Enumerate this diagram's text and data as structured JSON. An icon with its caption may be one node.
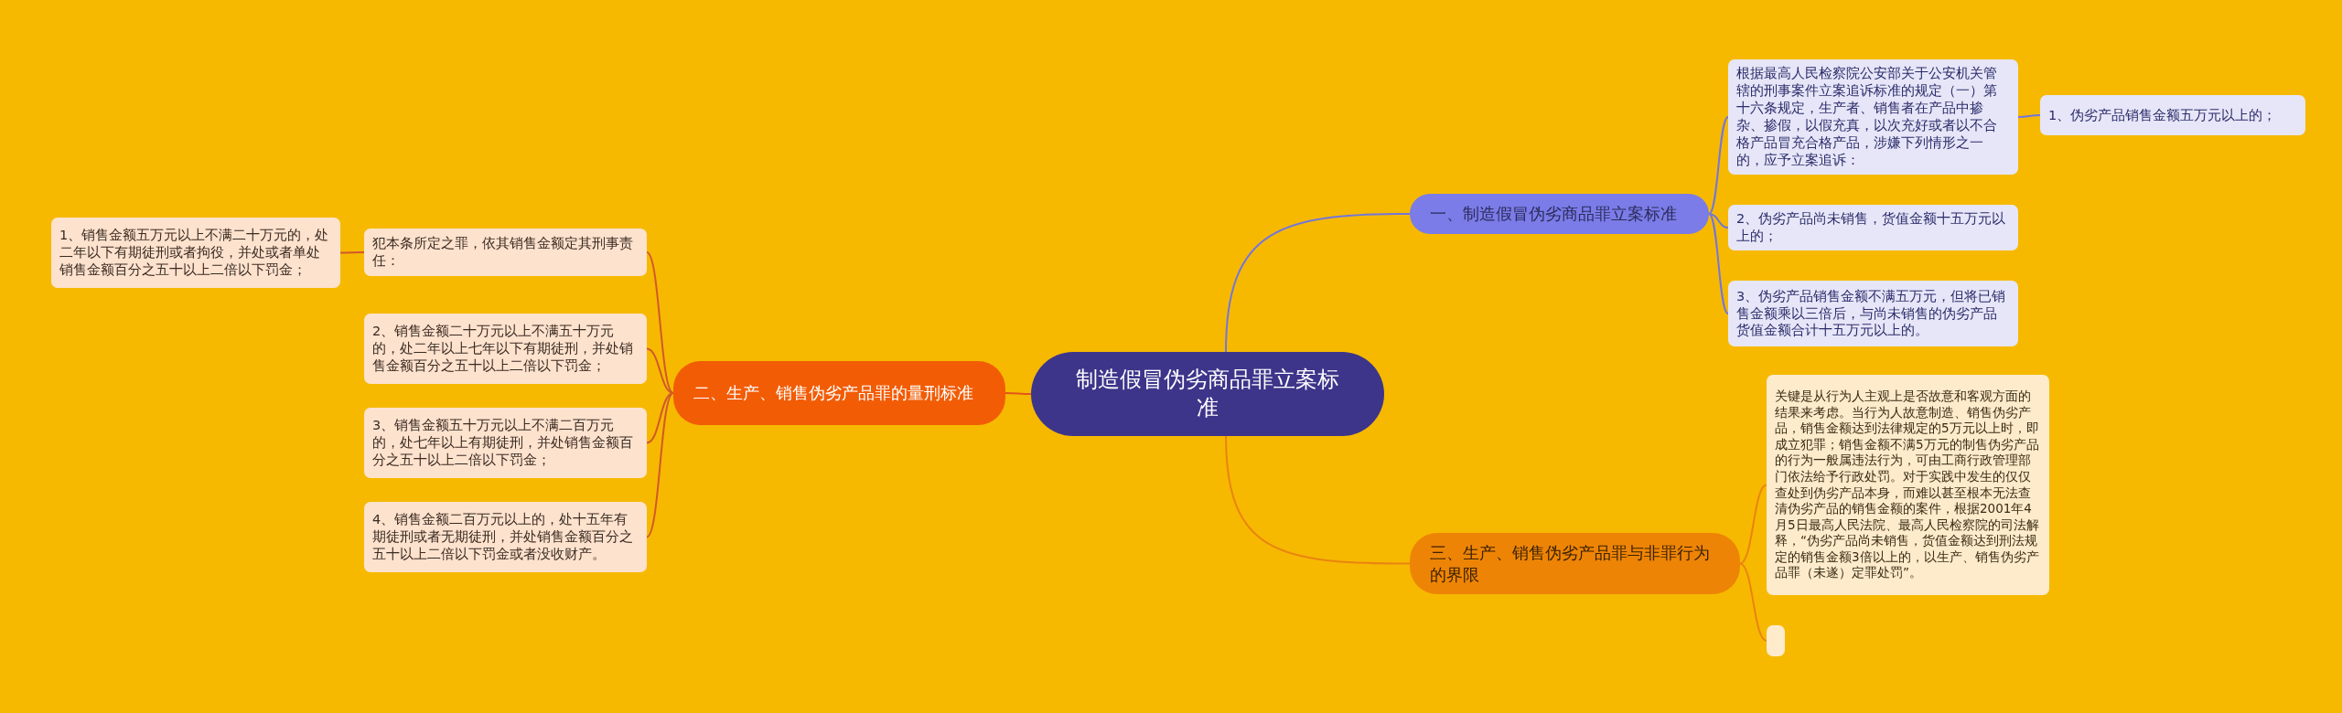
{
  "diagram": {
    "nodes": [
      {
        "text": [
          "制造假冒伪劣商品罪立案标准"
        ]
      },
      {
        "text": [
          "一、制造假冒伪劣商品罪立案标准"
        ]
      },
      {
        "text": [
          "根据最高人民检察院公安部关于公安机关管辖的刑事案件立案追诉标准的规定（一）第十六条规定，生产者、销售者在产品中掺杂、掺假，以假充真，以次充好或者以不合格产品冒充合格产品，涉嫌下列情形之一的，应予立案追诉："
        ]
      },
      {
        "text": [
          "1、伪劣产品销售金额五万元以上的；"
        ]
      },
      {
        "text": [
          "2、伪劣产品尚未销售，货值金额十五万元以上的；"
        ]
      },
      {
        "text": [
          "3、伪劣产品销售金额不满五万元，但将已销售金额乘以三倍后，与尚未销售的伪劣产品货值金额合计十五万元以上的。"
        ]
      },
      {
        "text": [
          "二、生产、销售伪劣产品罪的量刑标准"
        ]
      },
      {
        "text": [
          "犯本条所定之罪，依其销售金额定其刑事责任："
        ]
      },
      {
        "text": [
          "1、销售金额五万元以上不满二十万元的，处二年以下有期徒刑或者拘役，并处或者单处销售金额百分之五十以上二倍以下罚金；"
        ]
      },
      {
        "text": [
          "2、销售金额二十万元以上不满五十万元的，处二年以上七年以下有期徒刑，并处销售金额百分之五十以上二倍以下罚金；"
        ]
      },
      {
        "text": [
          "3、销售金额五十万元以上不满二百万元的，处七年以上有期徒刑，并处销售金额百分之五十以上二倍以下罚金；"
        ]
      },
      {
        "text": [
          "4、销售金额二百万元以上的，处十五年有期徒刑或者无期徒刑，并处销售金额百分之五十以上二倍以下罚金或者没收财产。"
        ]
      },
      {
        "text": [
          "三、生产、销售伪劣产品罪与非罪行为的界限"
        ]
      },
      {
        "text": [
          "关键是从行为人主观上是否故意和客观方面的结果来考虑。当行为人故意制造、销售伪劣产品，销售金额达到法律规定的5万元以上时，即成立犯罪；销售金额不满5万元的制售伪劣产品的行为一般属违法行为，可由工商行政管理部门依法给予行政处罚。对于实践中发生的仅仅查处到伪劣产品本身，而难以甚至根本无法查清伪劣产品的销售金额的案件，根据2001年4月5日最高人民法院、最高人民检察院的司法解释，“伪劣产品尚未销售，货值金额达到刑法规定的销售金额3倍以上的，以生产、销售伪劣产品罪（未遂）定罪处罚”。"
        ]
      },
      {
        "text": [],
        "shape": "box"
      }
    ],
    "edges": [
      {
        "from": 0,
        "to": 1,
        "arrow": "none",
        "color": "#7276dc"
      },
      {
        "from": 1,
        "to": 2,
        "arrow": "none",
        "color": "#7276dc"
      },
      {
        "from": 2,
        "to": 3,
        "arrow": "none",
        "color": "#7276dc"
      },
      {
        "from": 1,
        "to": 4,
        "arrow": "none",
        "color": "#7276dc"
      },
      {
        "from": 1,
        "to": 5,
        "arrow": "none",
        "color": "#7276dc"
      },
      {
        "from": 0,
        "to": 6,
        "arrow": "none",
        "color": "#e0561a"
      },
      {
        "from": 6,
        "to": 7,
        "arrow": "none",
        "color": "#d2582a"
      },
      {
        "from": 7,
        "to": 8,
        "arrow": "none",
        "color": "#d2582a"
      },
      {
        "from": 6,
        "to": 9,
        "arrow": "none",
        "color": "#d2582a"
      },
      {
        "from": 6,
        "to": 10,
        "arrow": "none",
        "color": "#d2582a"
      },
      {
        "from": 6,
        "to": 11,
        "arrow": "none",
        "color": "#d2582a"
      },
      {
        "from": 0,
        "to": 12,
        "arrow": "none",
        "color": "#ea8410"
      },
      {
        "from": 12,
        "to": 13,
        "arrow": "none",
        "color": "#ea8410"
      },
      {
        "from": 12,
        "to": 14,
        "arrow": "none",
        "color": "#ea8410"
      }
    ]
  }
}
